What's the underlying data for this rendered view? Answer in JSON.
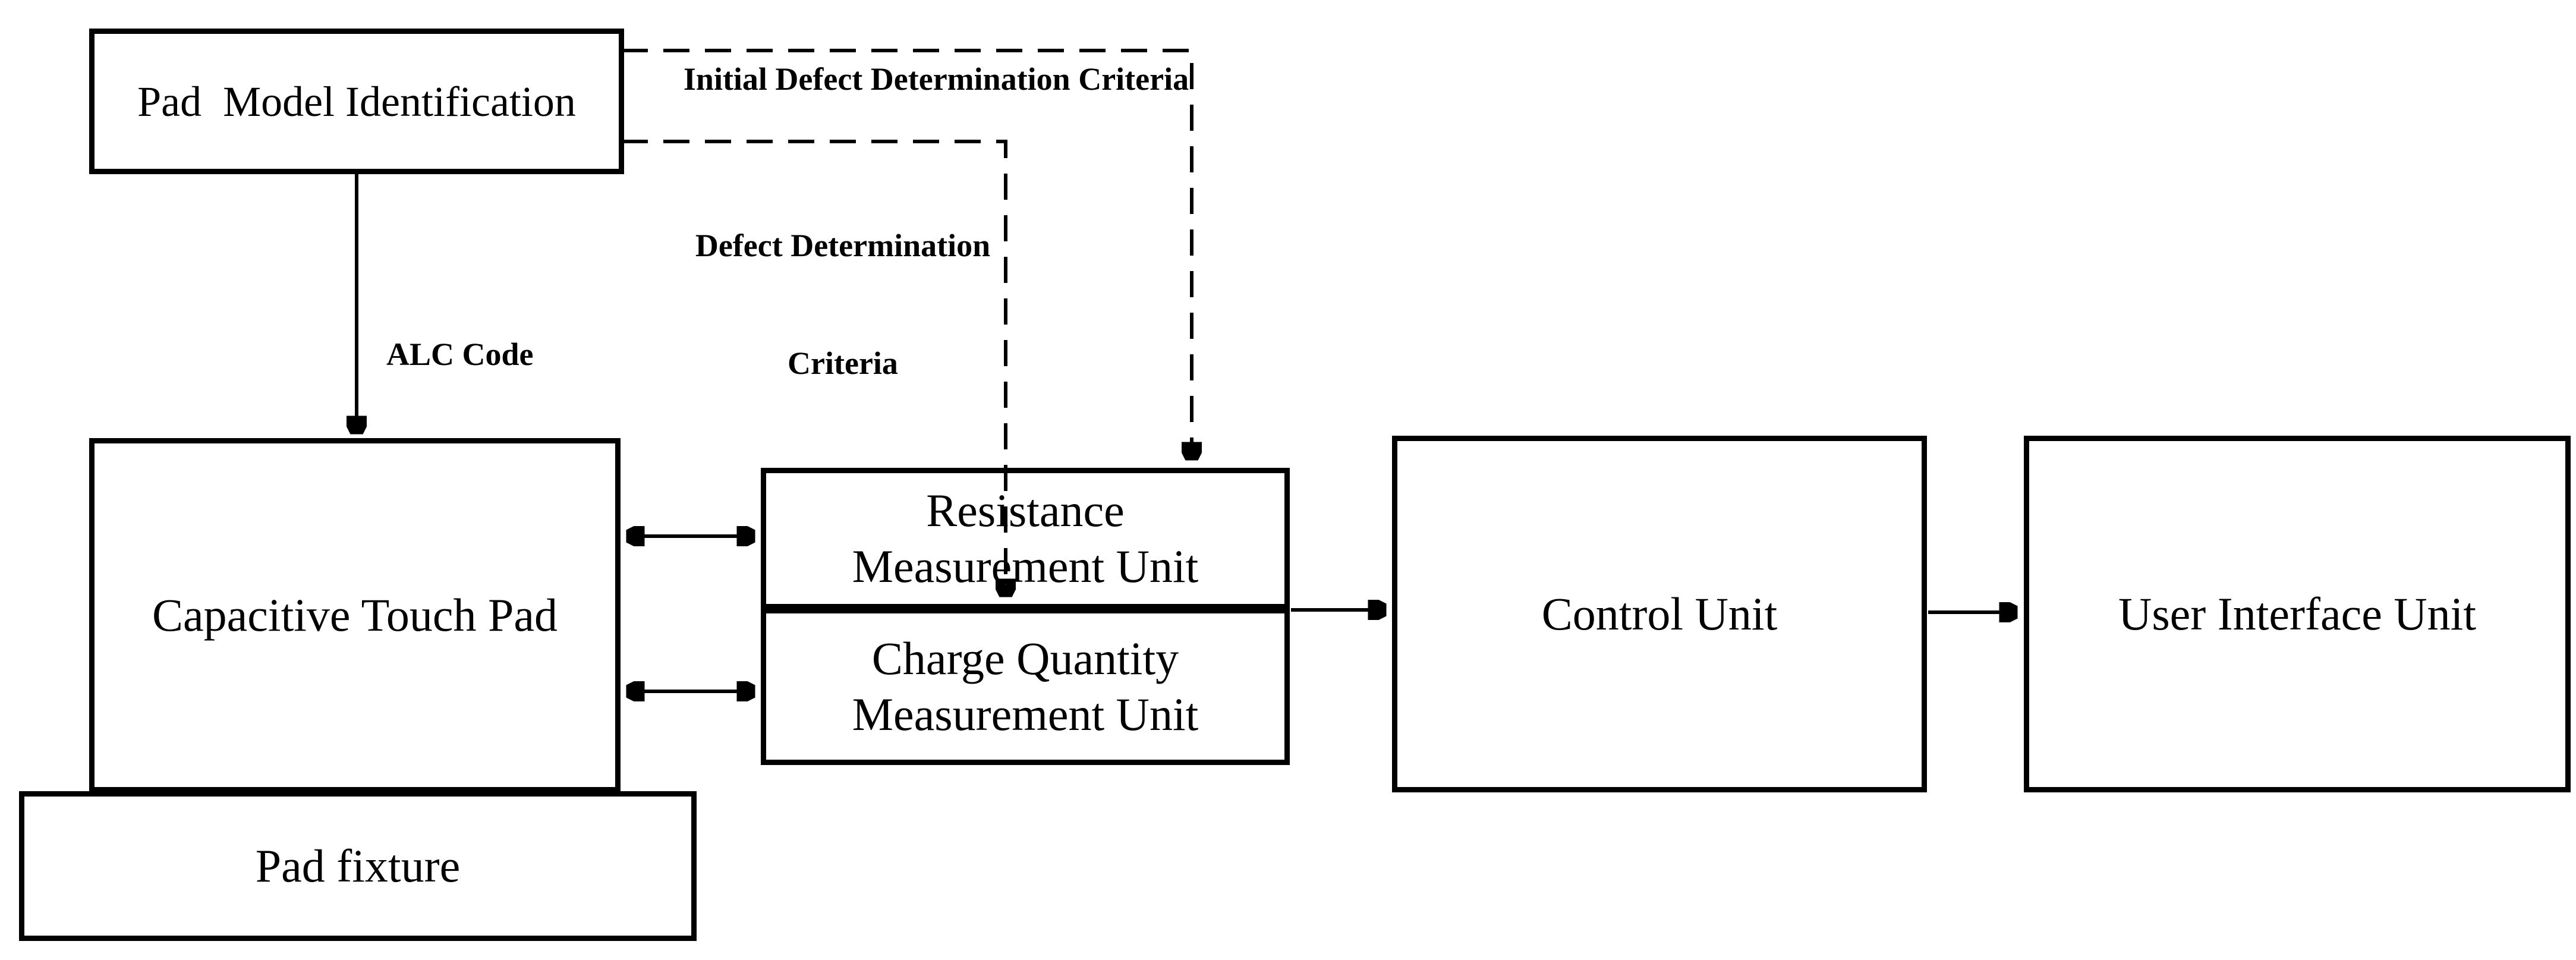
{
  "diagram": {
    "title": "Capacitive touch pad test system block diagram",
    "colors": {
      "line": "#000000",
      "background": "#ffffff",
      "text": "#000000"
    },
    "boxes": {
      "pad_model": {
        "label": "Pad  Model Identification"
      },
      "capacitive": {
        "label": "Capacitive Touch Pad"
      },
      "pad_fixture": {
        "label": "Pad fixture"
      },
      "resistance": {
        "line1": "Resistance",
        "line2": "Measurement Unit"
      },
      "charge": {
        "line1": "Charge Quantity",
        "line2": "Measurement Unit"
      },
      "control": {
        "label": "Control Unit"
      },
      "uiu": {
        "label": "User Interface Unit"
      }
    },
    "annotations": {
      "initial_defect_criteria": "Initial Defect Determination Criteria",
      "defect_criteria_line1": "Defect Determination",
      "defect_criteria_line2": "Criteria",
      "alc_code": "ALC Code"
    },
    "connectors": {
      "alc_arrow": "Pad Model Identification -> Capacitive Touch Pad",
      "bidirectional_upper": "Capacitive Touch Pad <-> Resistance Measurement Unit",
      "bidirectional_lower": "Capacitive Touch Pad <-> Charge Quantity Measurement Unit",
      "measurement_to_control": "Measurement Units -> Control Unit",
      "control_to_uiu": "Control Unit -> User Interface Unit",
      "initial_defect_dashed": "Pad Model Identification -> Resistance Measurement Unit (dashed)",
      "defect_dashed": "Pad Model Identification -> Measurement Units divider (dashed)"
    }
  }
}
